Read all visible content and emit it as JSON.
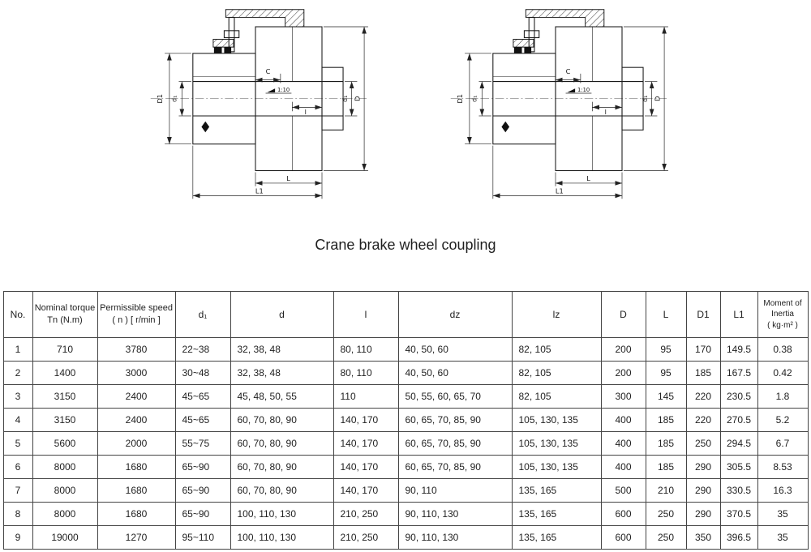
{
  "page": {
    "title": "Crane brake wheel coupling"
  },
  "diagram": {
    "labels": {
      "D1": "D1",
      "d1": "d₁",
      "C": "C",
      "taper": "1:10",
      "l": "l",
      "D": "D",
      "L": "L",
      "L1": "L1"
    }
  },
  "table": {
    "headers": {
      "no": "No.",
      "nominal": "Nominal torque\nTn  (N.m)",
      "speed": "Permissible speed\n( n )  [ r/min ]",
      "d1": "d₁",
      "d": "d",
      "l": "l",
      "dz": "dz",
      "lz": "lz",
      "D": "D",
      "L": "L",
      "D1": "D1",
      "L1": "L1",
      "inertia": "Moment of\nInertia\n( kg·m² )"
    },
    "rows": [
      [
        "1",
        "710",
        "3780",
        "22~38",
        "32, 38, 48",
        "80, 110",
        "40, 50, 60",
        "82, 105",
        "200",
        "95",
        "170",
        "149.5",
        "0.38"
      ],
      [
        "2",
        "1400",
        "3000",
        "30~48",
        "32, 38, 48",
        "80, 110",
        "40, 50, 60",
        "82, 105",
        "200",
        "95",
        "185",
        "167.5",
        "0.42"
      ],
      [
        "3",
        "3150",
        "2400",
        "45~65",
        "45, 48, 50, 55",
        "110",
        "50, 55, 60, 65, 70",
        "82, 105",
        "300",
        "145",
        "220",
        "230.5",
        "1.8"
      ],
      [
        "4",
        "3150",
        "2400",
        "45~65",
        "60, 70, 80, 90",
        "140, 170",
        "60, 65, 70, 85, 90",
        "105, 130, 135",
        "400",
        "185",
        "220",
        "270.5",
        "5.2"
      ],
      [
        "5",
        "5600",
        "2000",
        "55~75",
        "60, 70, 80, 90",
        "140, 170",
        "60, 65, 70, 85, 90",
        "105, 130, 135",
        "400",
        "185",
        "250",
        "294.5",
        "6.7"
      ],
      [
        "6",
        "8000",
        "1680",
        "65~90",
        "60, 70, 80, 90",
        "140, 170",
        "60, 65, 70, 85, 90",
        "105, 130, 135",
        "400",
        "185",
        "290",
        "305.5",
        "8.53"
      ],
      [
        "7",
        "8000",
        "1680",
        "65~90",
        "60, 70, 80, 90",
        "140, 170",
        "90, 110",
        "135, 165",
        "500",
        "210",
        "290",
        "330.5",
        "16.3"
      ],
      [
        "8",
        "8000",
        "1680",
        "65~90",
        "100, 110, 130",
        "210, 250",
        "90, 110, 130",
        "135, 165",
        "600",
        "250",
        "290",
        "370.5",
        "35"
      ],
      [
        "9",
        "19000",
        "1270",
        "95~110",
        "100, 110, 130",
        "210, 250",
        "90, 110, 130",
        "135, 165",
        "600",
        "250",
        "350",
        "396.5",
        "35"
      ]
    ]
  }
}
